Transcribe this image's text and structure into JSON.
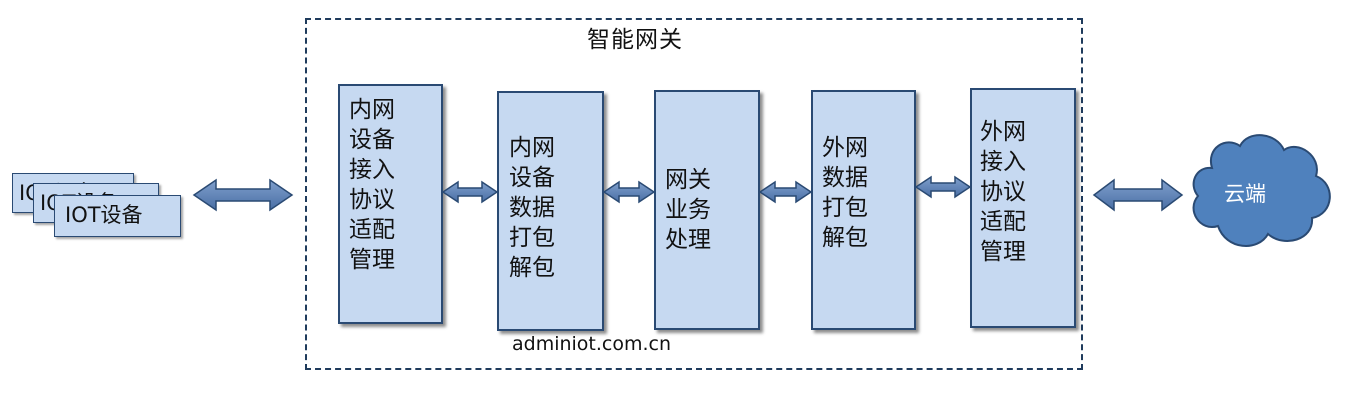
{
  "gateway": {
    "title": "智能网关"
  },
  "device": {
    "label": "IOT设备",
    "back_label_1": "IOT设备",
    "back_label_2": "IOT设备"
  },
  "modules": [
    {
      "lines": [
        "内网",
        "设备",
        "接入",
        "协议",
        "适配",
        "管理"
      ]
    },
    {
      "lines": [
        "内网",
        "设备",
        "数据",
        "打包",
        "解包"
      ]
    },
    {
      "lines": [
        "网关",
        "业务",
        "处理"
      ]
    },
    {
      "lines": [
        "外网",
        "数据",
        "打包",
        "解包"
      ]
    },
    {
      "lines": [
        "外网",
        "接入",
        "协议",
        "适配",
        "管理"
      ]
    }
  ],
  "watermark": "adminiot.com.cn",
  "cloud": {
    "label": "云端"
  },
  "colors": {
    "box_fill": "#c6d9f1",
    "box_border": "#2a4a73",
    "arrow": "#4a6fa5",
    "cloud_fill": "#4f81bd"
  }
}
